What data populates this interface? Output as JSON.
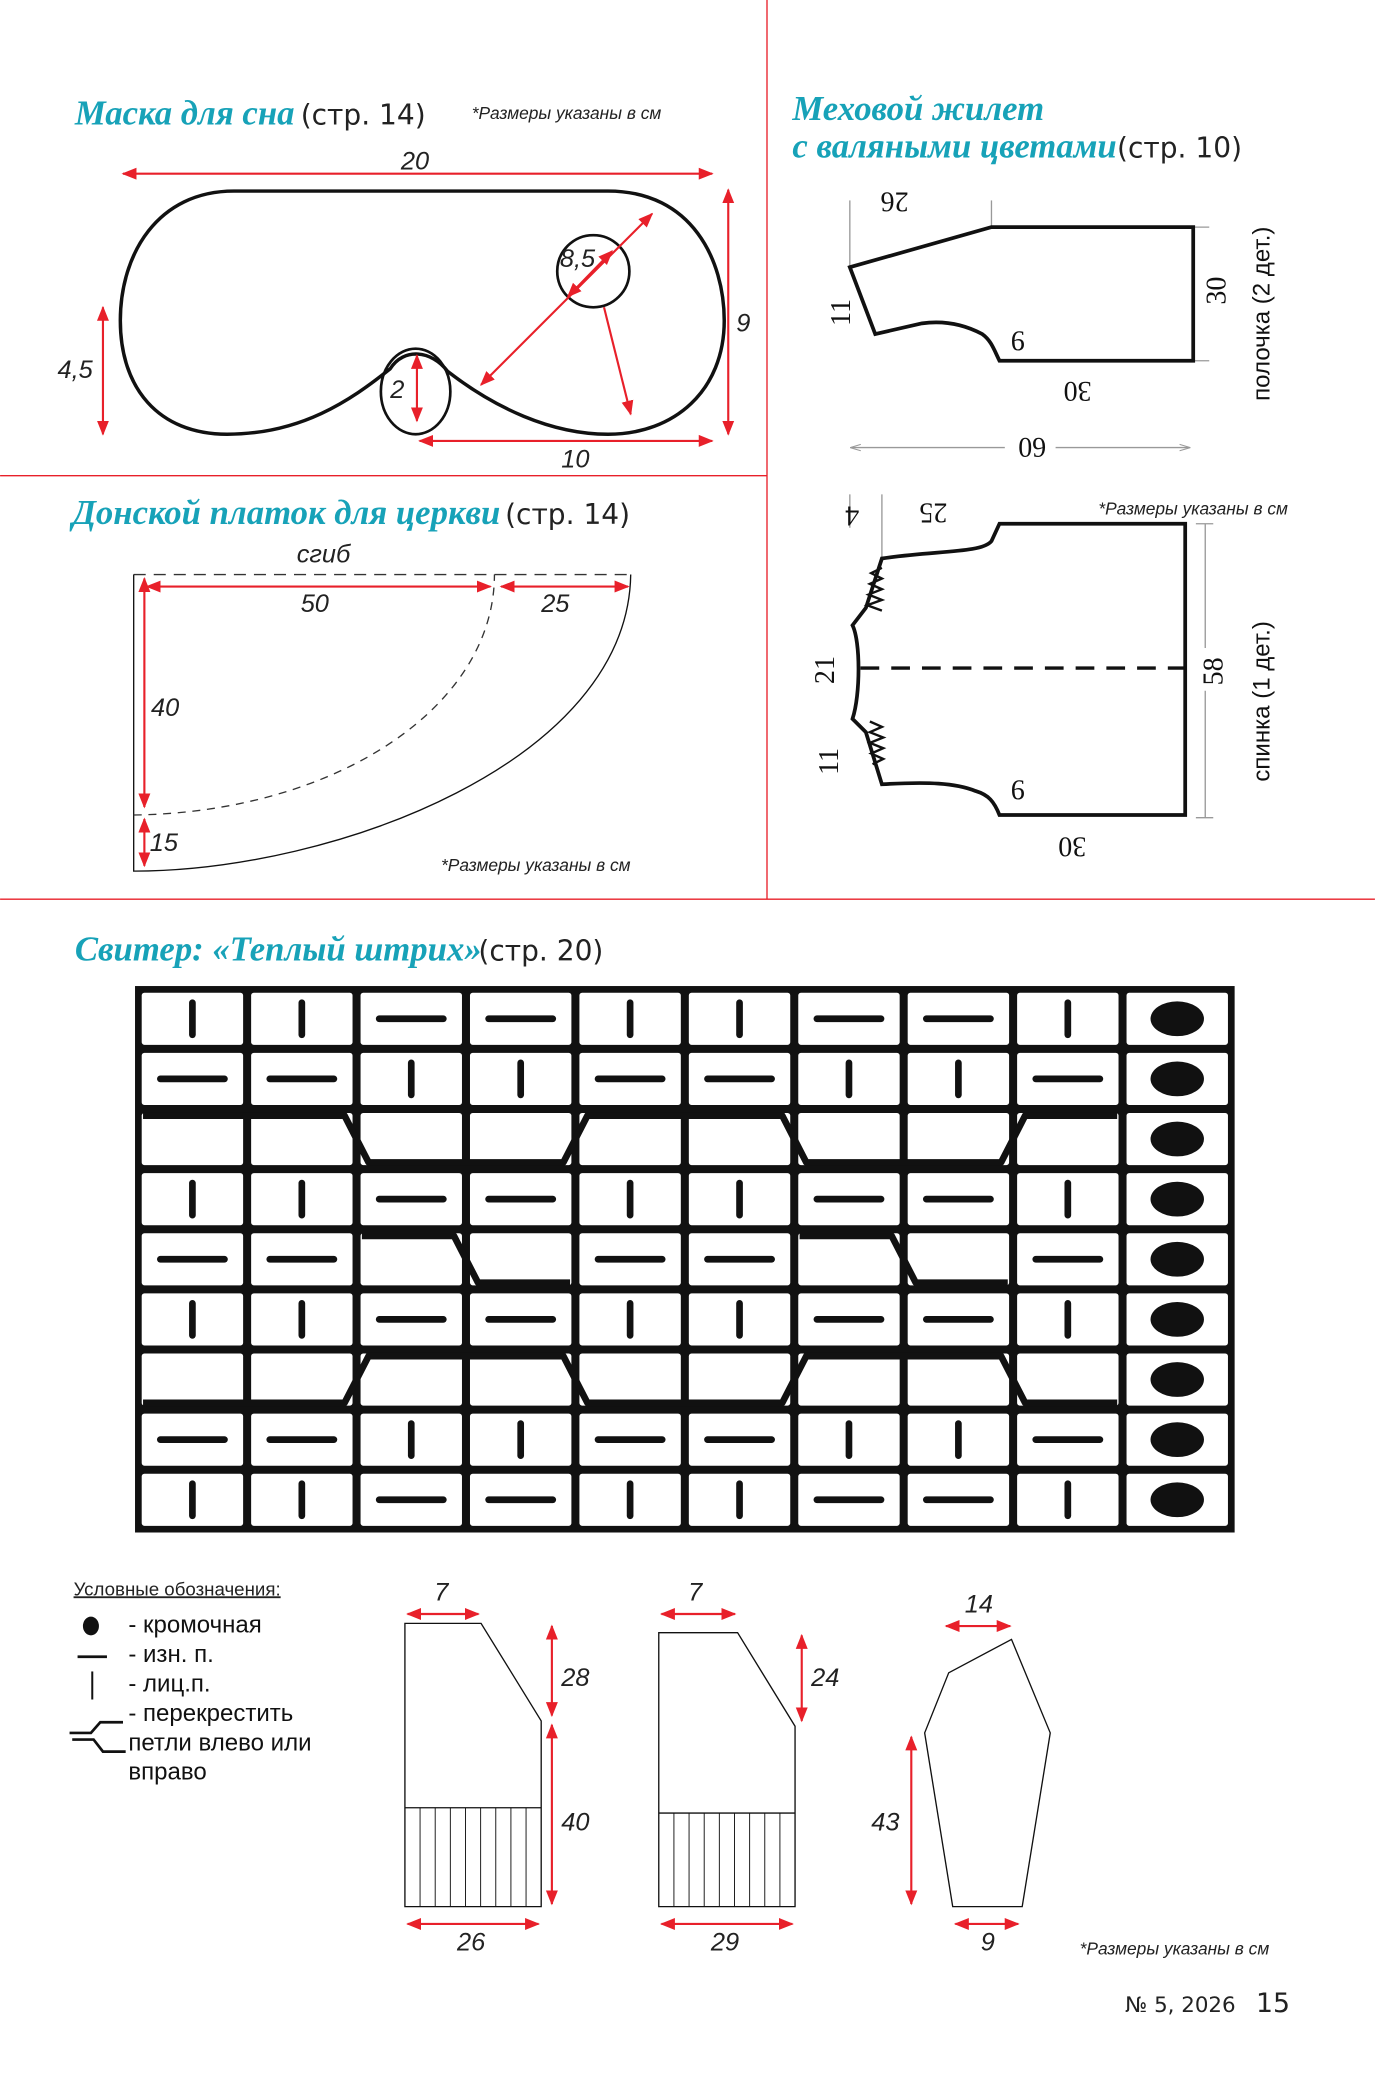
{
  "colors": {
    "accent": "#17a2b8",
    "dimension": "#e8202a",
    "divider": "#e8202a"
  },
  "mask": {
    "title": "Маска для сна",
    "page_ref": "(стр. 14)",
    "note": "*Размеры указаны в см",
    "dims": {
      "width": "20",
      "height": "9",
      "side": "4,5",
      "half": "10",
      "nose": "2",
      "eye": "8,5"
    }
  },
  "shawl": {
    "title": "Донской платок для церкви",
    "page_ref": "(стр. 14)",
    "fold": "сгиб",
    "note": "*Размеры указаны в см",
    "dims": {
      "radius": "50",
      "border": "25",
      "depth": "40",
      "hem": "15"
    }
  },
  "vest": {
    "title_line1": "Меховой жилет",
    "title_line2": "с валяными цветами",
    "page_ref": "(стр. 10)",
    "note": "*Размеры указаны в см",
    "front": {
      "label": "полочка (2 дет.)",
      "shoulder": "26",
      "armhole": "11",
      "neck": "9",
      "height": "30",
      "bottom": "30"
    },
    "total_width": "60",
    "back": {
      "label": "спинка (1 дет.)",
      "top_drop": "4",
      "shoulder": "25",
      "center": "21",
      "armhole": "11",
      "neck": "9",
      "height": "58",
      "bottom": "30"
    }
  },
  "sweater": {
    "title": "Свитер: «Теплый штрих»",
    "page_ref": "(стр. 20)",
    "chart_rows": [
      [
        "k",
        "k",
        "p",
        "p",
        "k",
        "k",
        "p",
        "p",
        "k",
        "e"
      ],
      [
        "p",
        "p",
        "k",
        "k",
        "p",
        "p",
        "k",
        "k",
        "p",
        "e"
      ],
      [
        "xt",
        "xt",
        "xb",
        "xb",
        "xt",
        "xt",
        "xb",
        "xb",
        "xt",
        "e"
      ],
      [
        "k",
        "k",
        "p",
        "p",
        "k",
        "k",
        "p",
        "p",
        "k",
        "e"
      ],
      [
        "p",
        "p",
        "xt",
        "xb",
        "p",
        "p",
        "xt",
        "xb",
        "p",
        "e"
      ],
      [
        "k",
        "k",
        "p",
        "p",
        "k",
        "k",
        "p",
        "p",
        "k",
        "e"
      ],
      [
        "xb",
        "xb",
        "xt",
        "xt",
        "xb",
        "xb",
        "xt",
        "xt",
        "xb",
        "e"
      ],
      [
        "p",
        "p",
        "k",
        "k",
        "p",
        "p",
        "k",
        "k",
        "p",
        "e"
      ],
      [
        "k",
        "k",
        "p",
        "p",
        "k",
        "k",
        "p",
        "p",
        "k",
        "e"
      ]
    ],
    "legend": {
      "heading": "Условные обозначения:",
      "edge": "- кромочная",
      "purl": "- изн. п.",
      "knit": "- лиц.п.",
      "cross_1": "- перекрестить",
      "cross_2": "петли влево или",
      "cross_3": "вправо"
    },
    "back_piece": {
      "neck": "7",
      "armhole": "28",
      "body": "40",
      "width": "26"
    },
    "front_piece": {
      "neck": "7",
      "armhole": "24",
      "width": "29"
    },
    "sleeve": {
      "top": "14",
      "length": "43",
      "cuff": "9"
    },
    "note": "*Размеры указаны в см"
  },
  "footer": {
    "issue": "№ 5, 2026",
    "page_number": "15"
  }
}
